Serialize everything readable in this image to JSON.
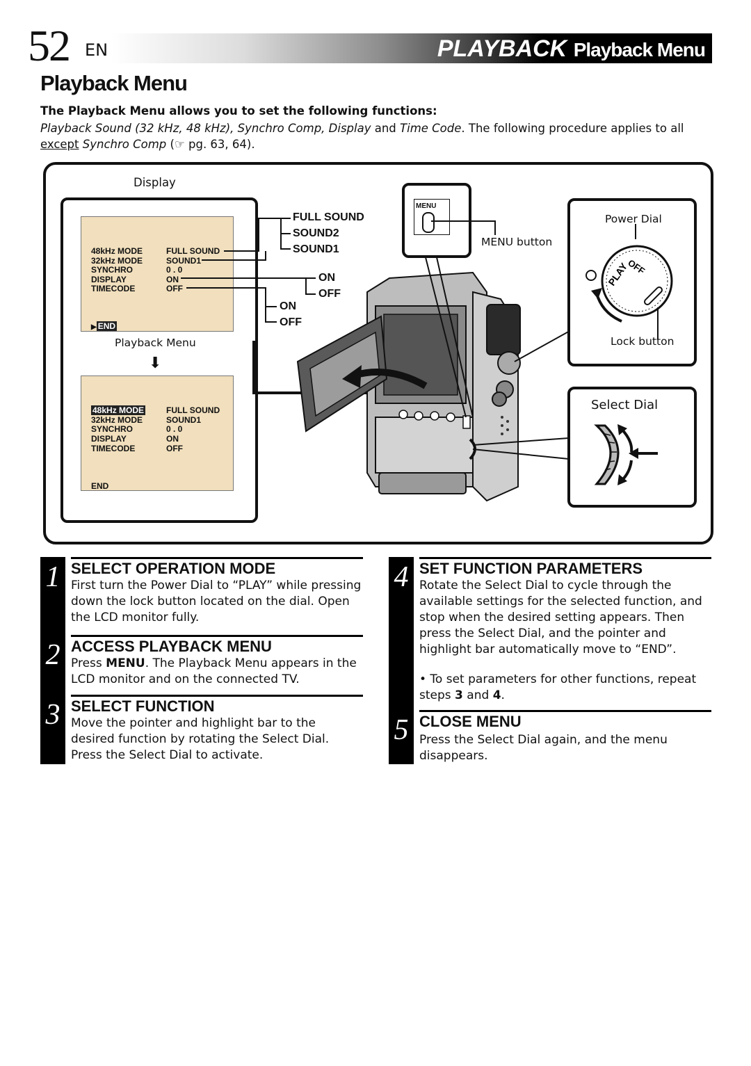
{
  "header": {
    "page_number": "52",
    "lang": "EN",
    "section": "PLAYBACK",
    "section_sub": "Playback Menu"
  },
  "title": "Playback Menu",
  "intro": {
    "lead": "The Playback Menu allows you to set the following functions:",
    "t1": "Playback Sound (32 kHz, 48 kHz), Synchro Comp, Display",
    "t2": " and ",
    "t3": "Time Code",
    "t4": ". The following procedure applies to all ",
    "t5": "except",
    "t6": " ",
    "t7": "Synchro Comp",
    "t8": " (☞ pg. 63, 64)."
  },
  "figure": {
    "display_label": "Display",
    "menu1": {
      "rows": [
        {
          "k": "48kHz  MODE",
          "v": "FULL SOUND"
        },
        {
          "k": "32kHz  MODE",
          "v": "SOUND1"
        },
        {
          "k": "SYNCHRO",
          "v": "0 . 0"
        },
        {
          "k": "DISPLAY",
          "v": "ON"
        },
        {
          "k": "TIMECODE",
          "v": "OFF"
        }
      ],
      "end": "END"
    },
    "menu1_caption": "Playback Menu",
    "menu2": {
      "rows": [
        {
          "k": "48kHz  MODE",
          "v": "FULL SOUND"
        },
        {
          "k": "32kHz  MODE",
          "v": "SOUND1"
        },
        {
          "k": "SYNCHRO",
          "v": "0 . 0"
        },
        {
          "k": "DISPLAY",
          "v": "ON"
        },
        {
          "k": "TIMECODE",
          "v": "OFF"
        }
      ],
      "end": "END"
    },
    "sound_options": [
      "FULL SOUND",
      "SOUND2",
      "SOUND1"
    ],
    "display_options": [
      "ON",
      "OFF"
    ],
    "timecode_options": [
      "ON",
      "OFF"
    ],
    "menu_key": "MENU",
    "menu_button_label": "MENU button",
    "power_dial_label": "Power Dial",
    "lock_button_label": "Lock button",
    "select_dial_label": "Select Dial"
  },
  "steps": [
    {
      "n": "1",
      "heading": "SELECT OPERATION MODE",
      "text": "First turn the Power Dial to “PLAY” while pressing down the lock button located on the dial. Open the LCD monitor fully."
    },
    {
      "n": "2",
      "heading": "ACCESS PLAYBACK MENU",
      "pre": "Press ",
      "bold": "MENU",
      "post": ". The Playback Menu appears in the LCD monitor and on the connected TV."
    },
    {
      "n": "3",
      "heading": "SELECT FUNCTION",
      "text": "Move the pointer and highlight bar to the desired function by rotating the Select Dial. Press the Select Dial to activate."
    },
    {
      "n": "4",
      "heading": "SET FUNCTION PARAMETERS",
      "text": "Rotate the Select Dial to cycle through the available settings for the selected function, and stop when the desired setting appears. Then press the Select Dial, and the pointer and highlight bar automatically move to “END”.",
      "note_pre": "• To set parameters for other functions, repeat steps ",
      "note_b1": "3",
      "note_mid": " and ",
      "note_b2": "4",
      "note_post": "."
    },
    {
      "n": "5",
      "heading": "CLOSE MENU",
      "text": "Press the Select Dial again, and the menu disappears."
    }
  ]
}
